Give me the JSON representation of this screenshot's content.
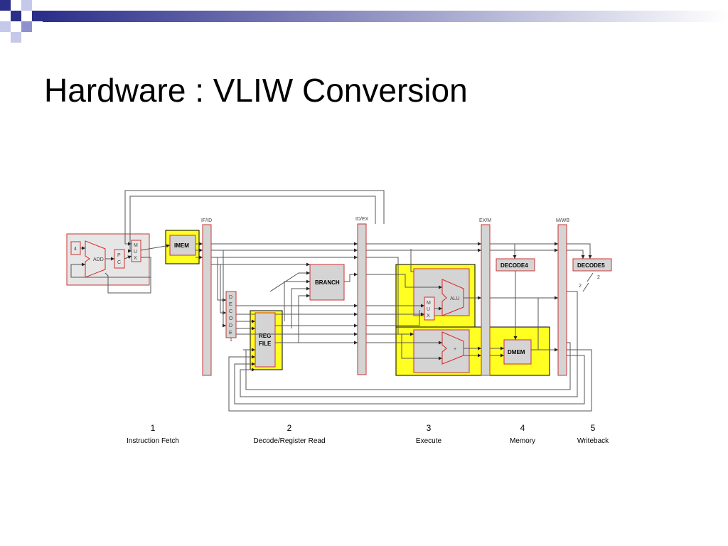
{
  "slide": {
    "title": "Hardware : VLIW Conversion"
  },
  "colors": {
    "highlight": "#ffff22",
    "unit_fill": "#d4d4d4",
    "unit_border": "#cc3333",
    "deco": "#2b2f8a"
  },
  "pipeline_latches": [
    "IF/ID",
    "ID/EX",
    "EX/M",
    "M/WB"
  ],
  "units": {
    "imem": "IMEM",
    "branch": "BRANCH",
    "reg_file": [
      "REG",
      "FILE"
    ],
    "decode1": [
      "D",
      "E",
      "C",
      "O",
      "D",
      "E",
      "1"
    ],
    "decode4": "DECODE4",
    "decode5": "DECODE5",
    "dmem": "DMEM",
    "alu": "ALU",
    "adder_plus": "+",
    "add": "ADD",
    "const_four": "4",
    "pc": [
      "P",
      "C"
    ],
    "mux_fetch": [
      "M",
      "U",
      "X"
    ],
    "mux_exec": [
      "M",
      "U",
      "X"
    ],
    "bus_width_left": "2",
    "bus_width_right": "2"
  },
  "stages": [
    {
      "num": "1",
      "name": "Instruction Fetch"
    },
    {
      "num": "2",
      "name": "Decode/Register Read"
    },
    {
      "num": "3",
      "name": "Execute"
    },
    {
      "num": "4",
      "name": "Memory"
    },
    {
      "num": "5",
      "name": "Writeback"
    }
  ]
}
